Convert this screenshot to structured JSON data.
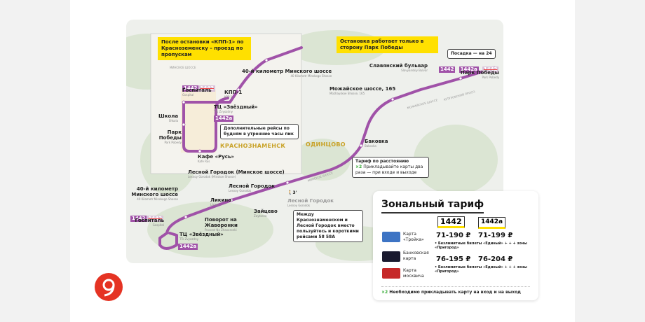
{
  "colors": {
    "route": "#a052a8",
    "warning": "#ffe000",
    "brand": "#e53323"
  },
  "inset": {
    "warning": "После остановки «КПП-1» по Красноземенску – проезд по пропускам",
    "road": "МИНСКОЕ ШОССЕ",
    "stops": [
      {
        "name": "40-й километр Минского шоссе",
        "latin": "40 Kilometr Minskogo Shosse"
      },
      {
        "name": "Госпиталь",
        "latin": "Gospital"
      },
      {
        "name": "КПП-1",
        "latin": "KPP-1"
      },
      {
        "name": "ТЦ «Звёздный»",
        "latin": "TTs Zvyozdny"
      },
      {
        "name": "Школа",
        "latin": "Shkola"
      },
      {
        "name": "Парк Победы",
        "latin": "Park Pobedy"
      },
      {
        "name": "Кафе «Русь»",
        "latin": "Kafe Rus"
      }
    ],
    "route_main": "1442",
    "route_crossed": "1442",
    "route_alt": "1442а",
    "note": "Дополнительные рейсы по будням в утренние часы пик",
    "city": "КРАСНОЗНАМЕНСК"
  },
  "map": {
    "warning": "Остановка работает только в сторону Парк Победы",
    "boarding": "Посадка — на",
    "boarding_num": "24",
    "routes": [
      "1442",
      "1442а",
      "1442"
    ],
    "city": "ОДИНЦОВО",
    "roads": [
      "МИНСКОЕ ШОССЕ",
      "МОЖАЙСКОЕ ШОССЕ",
      "КУТУЗОВСКИЙ ПРОСП."
    ],
    "stops": [
      {
        "name": "Парк Победы",
        "latin": "Park Pobedy"
      },
      {
        "name": "Славянский бульвар",
        "latin": "Slavyanskiy Bulvar"
      },
      {
        "name": "Можайское шоссе, 165",
        "latin": "Mozhayskoe Shosse, 165"
      },
      {
        "name": "Баковка",
        "latin": "Bakovka"
      },
      {
        "name": "Лесной Городок (Минское шоссе)",
        "latin": "Lesnoy Gorodok (Minskoe Shosse)"
      },
      {
        "name": "Лесной Городок",
        "latin": "Lesnoy Gorodok"
      },
      {
        "name": "Ликино",
        "latin": "Likino"
      },
      {
        "name": "Зайцево",
        "latin": "Zaytsevo"
      },
      {
        "name": "40-й километр Минского шоссе",
        "latin": "40 Kilometr Minskogo Shosse"
      },
      {
        "name": "Поворот на Жаворонки",
        "latin": "Povorot Na Zhavoronki"
      },
      {
        "name": "Госпиталь",
        "latin": "Gospital"
      },
      {
        "name": "ТЦ «Звёздный»",
        "latin": "TTs Zvyozdny"
      }
    ],
    "walk": "3'",
    "rail_station": "Лесной Городок",
    "rail_latin": "Lesnoy Gorodok",
    "distance_title": "Тариф по расстоянию",
    "distance_mult": "×2",
    "distance_text": "Прикладывайте карты два раза — при входе и выходе",
    "short_note": "Между Краснознаменском и Лесной Городок вместо пользуйтесь и короткими рейсами",
    "short_routes": [
      "58",
      "58А"
    ],
    "route_alt": "1442а"
  },
  "tariff": {
    "title": "Зональный тариф",
    "routes": [
      "1442",
      "1442а"
    ],
    "cards": [
      {
        "name": "Карта «Тройка»"
      },
      {
        "name": "Банковская карта"
      },
      {
        "name": "Карта москвича"
      }
    ],
    "prices": {
      "troika": [
        "71-190 ₽",
        "71-199 ₽"
      ],
      "other": [
        "76-195 ₽",
        "76-204 ₽"
      ]
    },
    "bullet1": "• Безлимитные билеты «Единый» + + + зоны «Пригород»",
    "bullet2": "• Безлимитные билеты «Единый» + + + зоны «Пригород»",
    "footer_mult": "×2",
    "footer": "Необходимо прикладывать карту на вход и на выход"
  }
}
